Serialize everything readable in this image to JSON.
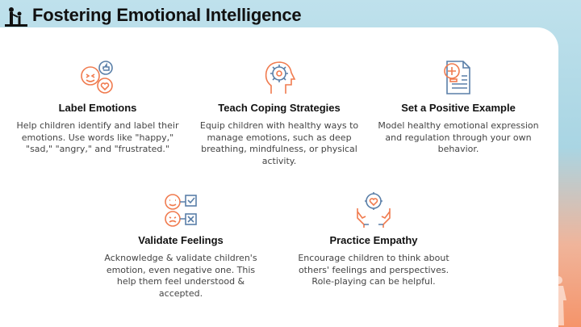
{
  "title": "Fostering Emotional Intelligence",
  "colors": {
    "accent_orange": "#f07b4f",
    "accent_blue": "#5a7fa8",
    "title_text": "#111111"
  },
  "items": [
    {
      "icon": "emotions-icon",
      "heading": "Label Emotions",
      "text": "Help children identify and label their emotions. Use words like \"happy,\" \"sad,\" \"angry,\" and \"frustrated.\""
    },
    {
      "icon": "gear-head-icon",
      "heading": "Teach Coping Strategies",
      "text": "Equip children with healthy ways to manage emotions, such as deep breathing, mindfulness, or physical activity."
    },
    {
      "icon": "document-plus-icon",
      "heading": "Set a Positive Example",
      "text": "Model healthy emotional expression and regulation through your own behavior."
    },
    {
      "icon": "mood-checklist-icon",
      "heading": "Validate Feelings",
      "text": "Acknowledge & validate children's emotion, even negative one. This help them feel understood & accepted."
    },
    {
      "icon": "caring-hands-icon",
      "heading": "Practice Empathy",
      "text": "Encourage children to think about others' feelings and perspectives. Role-playing can be helpful."
    }
  ]
}
